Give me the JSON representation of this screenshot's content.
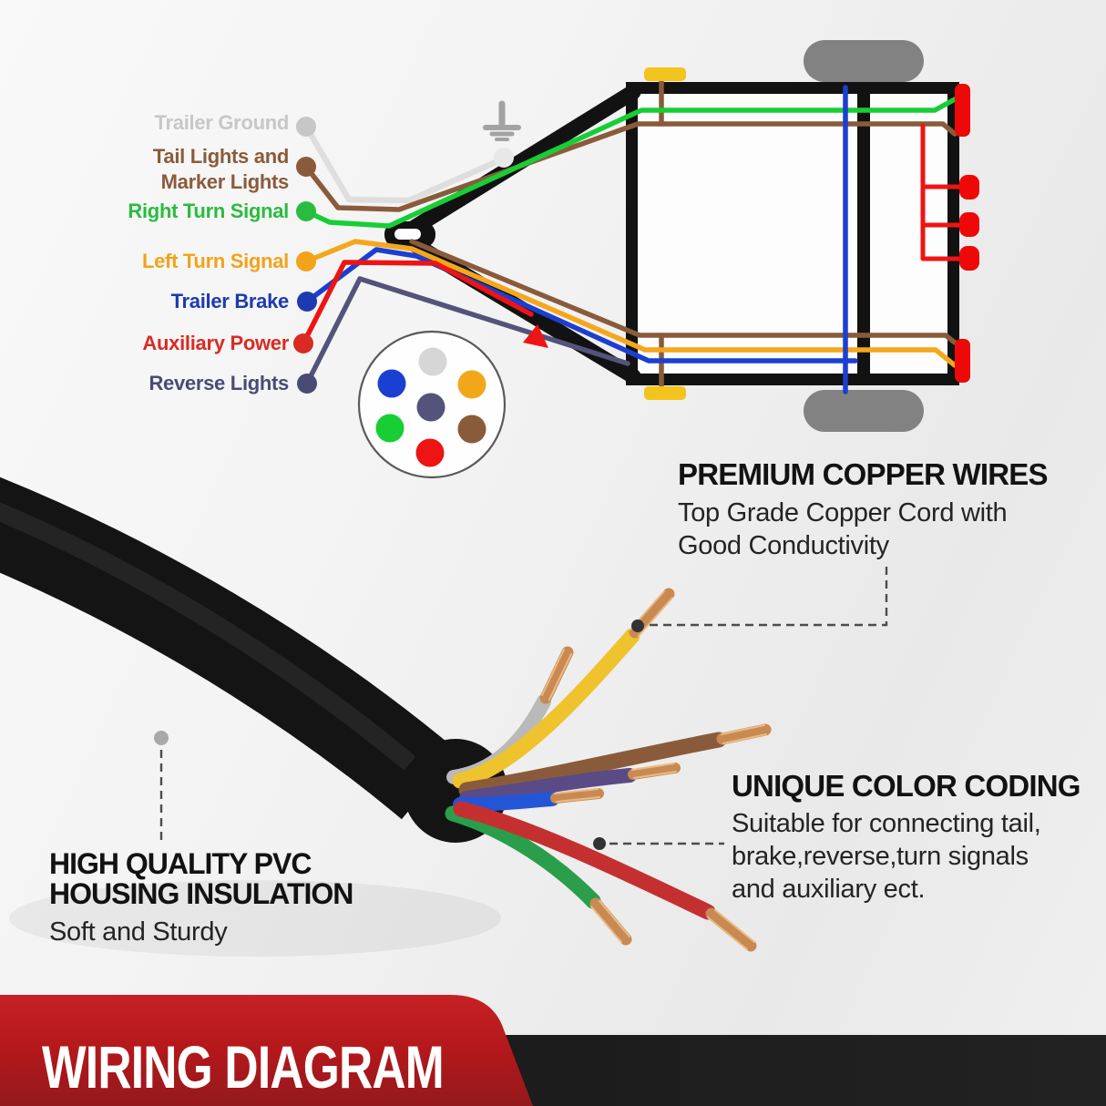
{
  "colors": {
    "black": "#121212",
    "white_wire": "#dedede",
    "ground_dot": "#e8e8e8",
    "ground_symbol": "#a3a3a3",
    "brown": "#8a5b3b",
    "green": "#17ce35",
    "orange": "#f5a71b",
    "blue": "#1b3fd0",
    "red": "#ee1414",
    "navy": "#53537b",
    "gray_pin": "#d6d6d6",
    "yellow_marker": "#f2c41d",
    "wheel": "#828282",
    "light_red": "#ee0808",
    "copper": "#c98a52",
    "copper_light": "#e9bb87",
    "leader": "#4c4c4c",
    "trailer_fill": "#fdfdfd"
  },
  "legend": {
    "items": [
      {
        "id": "trailer-ground",
        "line1": "Trailer Ground",
        "line2": "",
        "color": "#c7c7c7"
      },
      {
        "id": "tail-marker-lights",
        "line1": "Tail Lights and",
        "line2": "Marker Lights",
        "color": "#8a5b3b"
      },
      {
        "id": "right-turn-signal",
        "line1": "Right Turn Signal",
        "line2": "",
        "color": "#2abc3f"
      },
      {
        "id": "left-turn-signal",
        "line1": "Left Turn Signal",
        "line2": "",
        "color": "#f2a319"
      },
      {
        "id": "trailer-brake",
        "line1": "Trailer Brake",
        "line2": "",
        "color": "#1d3aae"
      },
      {
        "id": "auxiliary-power",
        "line1": "Auxiliary Power",
        "line2": "",
        "color": "#d92b23"
      },
      {
        "id": "reverse-lights",
        "line1": "Reverse Lights",
        "line2": "",
        "color": "#4a4a74"
      }
    ]
  },
  "connector": {
    "pins": [
      {
        "position": "top",
        "circuit": "Trailer Ground",
        "color": "#d6d6d6"
      },
      {
        "position": "upper-left",
        "circuit": "Trailer Brake",
        "color": "#1b3fd0"
      },
      {
        "position": "upper-right",
        "circuit": "Left Turn Signal",
        "color": "#f2a71b"
      },
      {
        "position": "center",
        "circuit": "Reverse Lights",
        "color": "#53537b"
      },
      {
        "position": "lower-left",
        "circuit": "Right Turn Signal",
        "color": "#17ce35"
      },
      {
        "position": "lower-right",
        "circuit": "Tail Lights and Marker Lights",
        "color": "#8a5b3b"
      },
      {
        "position": "bottom",
        "circuit": "Auxiliary Power",
        "color": "#ee1414"
      }
    ]
  },
  "photo": {
    "jacket": "#141414",
    "wire_gray": "#b9b9b9",
    "wire_yellow": "#eec32d",
    "wire_brown": "#8a5b3b",
    "wire_purple": "#5a4b86",
    "wire_blue": "#2356d6",
    "wire_green": "#2a9e4a",
    "wire_red": "#c43030"
  },
  "sections": {
    "premium": {
      "title": "PREMIUM COPPER WIRES",
      "line1": "Top Grade Copper Cord with",
      "line2": "Good Conductivity"
    },
    "color_coding": {
      "title": "UNIQUE COLOR CODING",
      "line1": "Suitable for connecting tail,",
      "line2": "brake,reverse,turn signals",
      "line3": "and auxiliary ect."
    },
    "insulation": {
      "title1": "HIGH QUALITY PVC",
      "title2": "HOUSING INSULATION",
      "subtitle": "Soft and Sturdy"
    }
  },
  "banner": {
    "label": "WIRING DIAGRAM",
    "red": "#b3181b",
    "band": "#1c1c1c"
  }
}
